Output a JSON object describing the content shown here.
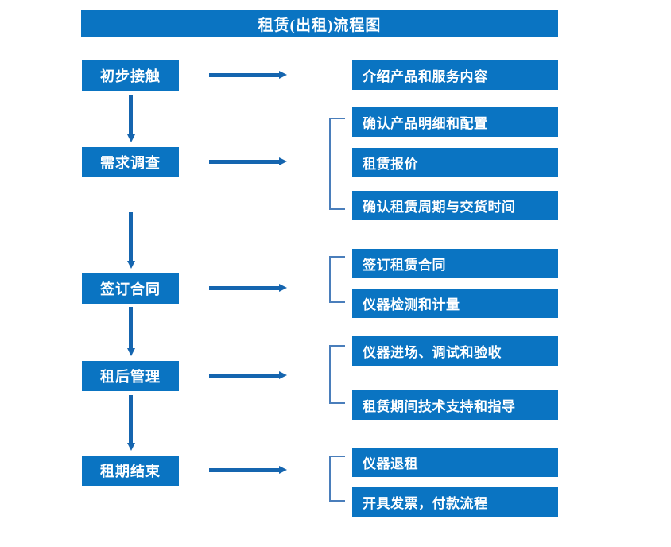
{
  "diagram": {
    "title": "租赁(出租)流程图",
    "theme": {
      "box_fill": "#0A74C2",
      "box_text": "#FFFFFF",
      "arrow": "#1565AF",
      "bracket": "#4A7EBB",
      "background": "#FFFFFF"
    },
    "stages": [
      {
        "id": "stage-1",
        "label": "初步接触",
        "details": [
          "介绍产品和服务内容"
        ],
        "bracketed": false
      },
      {
        "id": "stage-2",
        "label": "需求调查",
        "details": [
          "确认产品明细和配置",
          "租赁报价",
          "确认租赁周期与交货时间"
        ],
        "bracketed": true
      },
      {
        "id": "stage-3",
        "label": "签订合同",
        "details": [
          "签订租赁合同",
          "仪器检测和计量"
        ],
        "bracketed": true
      },
      {
        "id": "stage-4",
        "label": "租后管理",
        "details": [
          "仪器进场、调试和验收",
          "租赁期间技术支持和指导"
        ],
        "bracketed": true
      },
      {
        "id": "stage-5",
        "label": "租期结束",
        "details": [
          "仪器退租",
          "开具发票，付款流程"
        ],
        "bracketed": true
      }
    ]
  }
}
